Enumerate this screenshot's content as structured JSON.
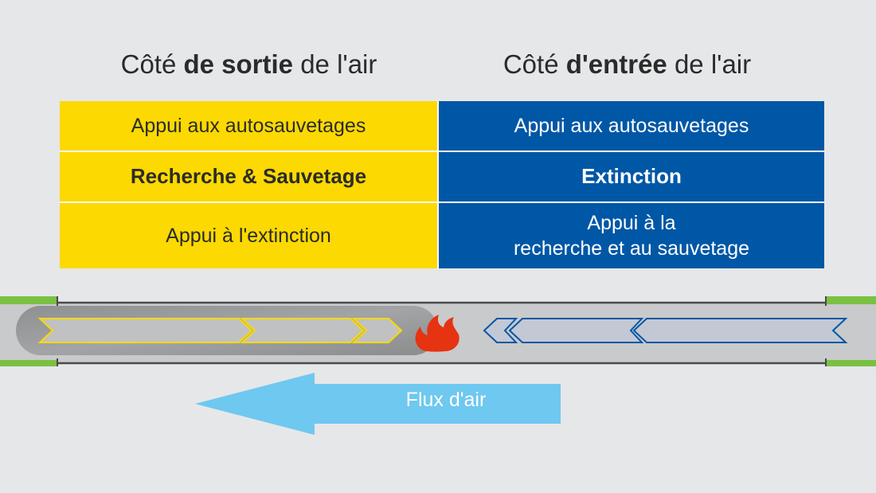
{
  "headings": {
    "left": {
      "prefix": "Côté ",
      "bold": "de sortie",
      "suffix": " de l'air"
    },
    "right": {
      "prefix": "Côté ",
      "bold": "d'entrée",
      "suffix": " de l'air"
    }
  },
  "table": {
    "left": {
      "row1": "Appui aux autosauvetages",
      "row2": "Recherche & Sauvetage",
      "row3": "Appui à l'extinction"
    },
    "right": {
      "row1": "Appui aux autosauvetages",
      "row2": "Extinction",
      "row3_line1": "Appui à la",
      "row3_line2": "recherche et au sauvetage"
    }
  },
  "flow": {
    "label": "Flux d'air"
  },
  "colors": {
    "exit_side": "#fcd900",
    "entry_side": "#0057a6",
    "airflow_arrow": "#6ec8f0",
    "fire": "#e63312",
    "tunnel_border": "#7ac143",
    "smoke": "#9a9b9c"
  },
  "icons": {
    "fire": "fire-icon",
    "airflow": "arrow-left-icon"
  }
}
